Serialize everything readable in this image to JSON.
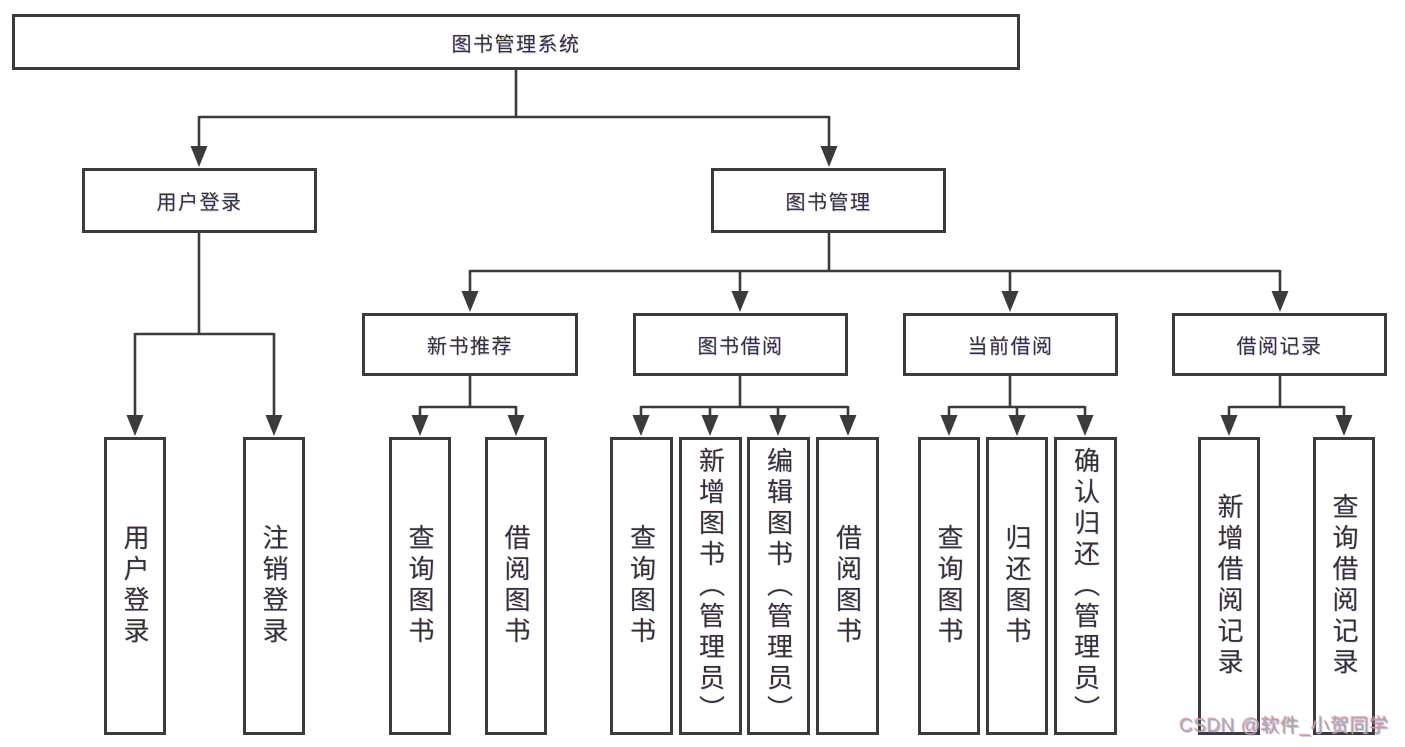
{
  "root": {
    "label": "图书管理系统"
  },
  "level2": [
    {
      "label": "用户登录"
    },
    {
      "label": "图书管理"
    }
  ],
  "level3": [
    {
      "label": "新书推荐",
      "parent": "图书管理"
    },
    {
      "label": "图书借阅",
      "parent": "图书管理"
    },
    {
      "label": "当前借阅",
      "parent": "图书管理"
    },
    {
      "label": "借阅记录",
      "parent": "图书管理"
    }
  ],
  "leaves": [
    {
      "label": "用户登录",
      "parent": "用户登录"
    },
    {
      "label": "注销登录",
      "parent": "用户登录"
    },
    {
      "label": "查询图书",
      "parent": "新书推荐"
    },
    {
      "label": "借阅图书",
      "parent": "新书推荐"
    },
    {
      "label": "查询图书",
      "parent": "图书借阅"
    },
    {
      "label": "新增图书（管理员）",
      "parent": "图书借阅"
    },
    {
      "label": "编辑图书（管理员）",
      "parent": "图书借阅"
    },
    {
      "label": "借阅图书",
      "parent": "图书借阅"
    },
    {
      "label": "查询图书",
      "parent": "当前借阅"
    },
    {
      "label": "归还图书",
      "parent": "当前借阅"
    },
    {
      "label": "确认归还（管理员）",
      "parent": "当前借阅"
    },
    {
      "label": "新增借阅记录",
      "parent": "借阅记录"
    },
    {
      "label": "查询借阅记录",
      "parent": "借阅记录"
    }
  ],
  "watermark": {
    "text": "CSDN @软件_小贺同学"
  },
  "colors": {
    "line": "#3b3b3b",
    "text": "#333333",
    "box_bg": "#ffffff",
    "watermark": "#a9a9a9"
  }
}
